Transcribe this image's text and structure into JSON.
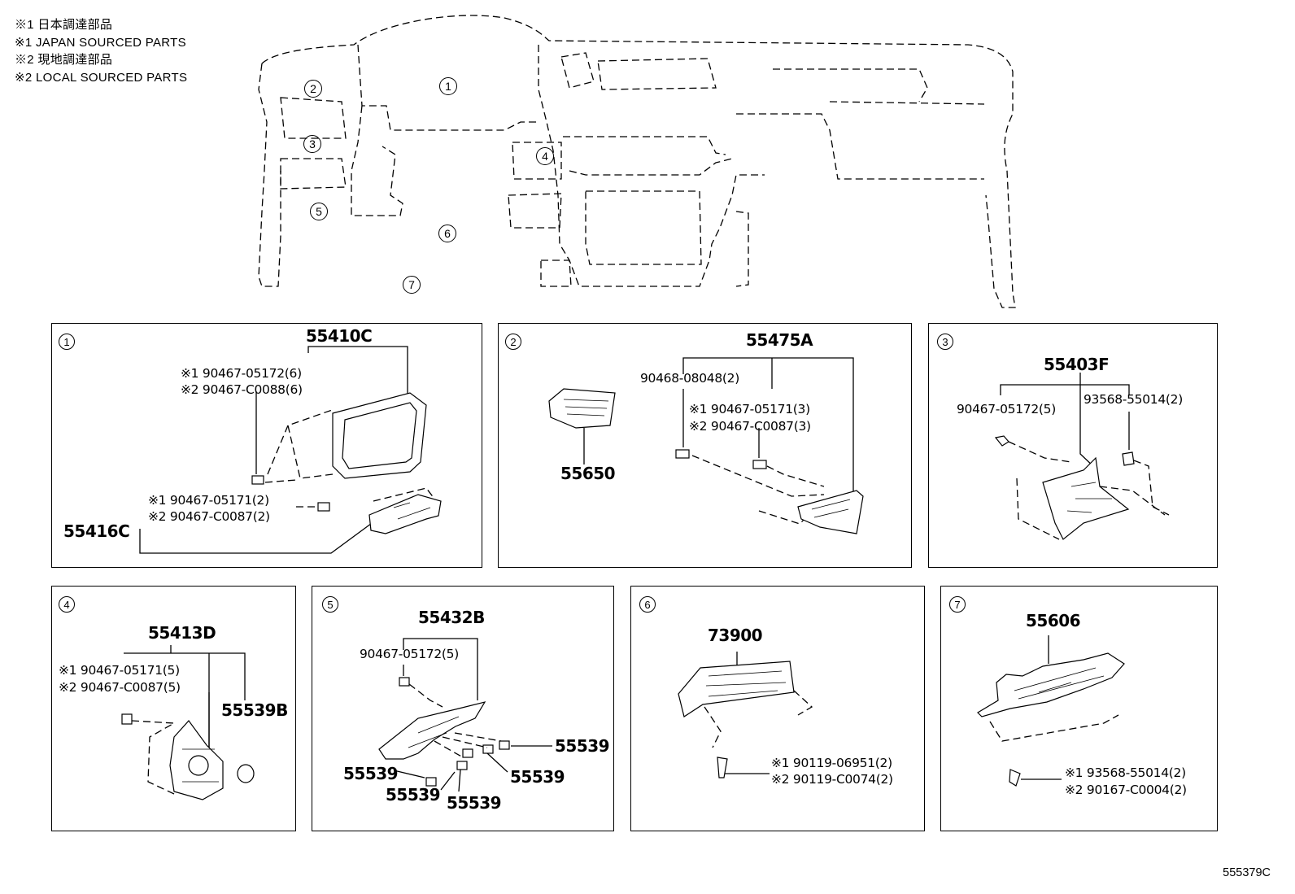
{
  "legend": [
    "※1 日本調達部品",
    "※1 JAPAN SOURCED PARTS",
    "※2 現地調達部品",
    "※2 LOCAL SOURCED PARTS"
  ],
  "overview_callouts": [
    "1",
    "2",
    "3",
    "4",
    "5",
    "6",
    "7"
  ],
  "panels": {
    "p1": {
      "num": "1",
      "main": "55410C",
      "note1": "※1 90467-05172(6)",
      "note2": "※2 90467-C0088(6)",
      "note3": "※1 90467-05171(2)",
      "note4": "※2 90467-C0087(2)",
      "sub": "55416C"
    },
    "p2": {
      "num": "2",
      "main": "55475A",
      "clip": "90468-08048(2)",
      "note1": "※1 90467-05171(3)",
      "note2": "※2 90467-C0087(3)",
      "vent": "55650"
    },
    "p3": {
      "num": "3",
      "main": "55403F",
      "clip": "90467-05172(5)",
      "screw": "93568-55014(2)"
    },
    "p4": {
      "num": "4",
      "main": "55413D",
      "note1": "※1 90467-05171(5)",
      "note2": "※2 90467-C0087(5)",
      "cap": "55539B"
    },
    "p5": {
      "num": "5",
      "main": "55432B",
      "clip": "90467-05172(5)",
      "c1": "55539",
      "c2": "55539",
      "c3": "55539",
      "c4": "55539",
      "c5": "55539"
    },
    "p6": {
      "num": "6",
      "main": "73900",
      "note1": "※1 90119-06951(2)",
      "note2": "※2 90119-C0074(2)"
    },
    "p7": {
      "num": "7",
      "main": "55606",
      "note1": "※1 93568-55014(2)",
      "note2": "※2 90167-C0004(2)"
    }
  },
  "ref_code": "555379C"
}
